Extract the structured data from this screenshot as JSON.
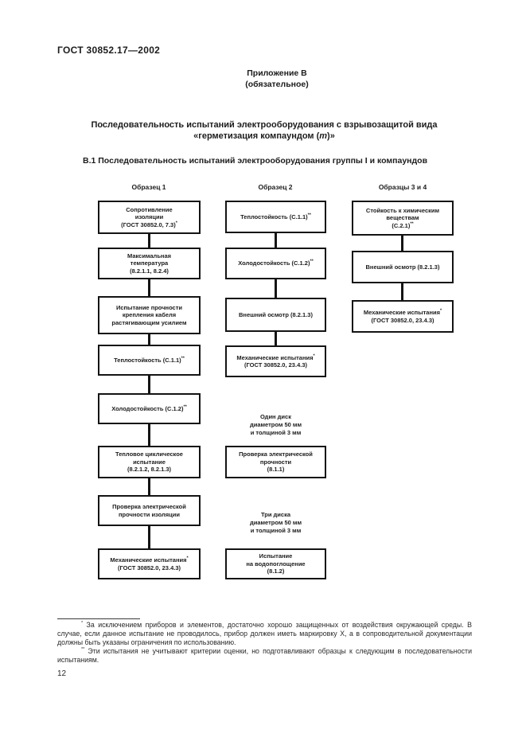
{
  "page": {
    "doc_number": "ГОСТ 30852.17—2002",
    "annex_line1": "Приложение В",
    "annex_line2": "(обязательное)",
    "title_line1": "Последовательность испытаний электрооборудования с взрывозащитой вида",
    "title_line2_pre": "«герметизация компаундом (",
    "title_line2_m": "m",
    "title_line2_post": ")»",
    "section": "В.1  Последовательность испытаний электрооборудования группы I и компаундов",
    "page_number": "12"
  },
  "flowchart": {
    "columns": [
      {
        "header": "Образец 1",
        "boxes": [
          {
            "lines": [
              {
                "t": "Сопротивление"
              },
              {
                "t": "изоляции"
              },
              {
                "t": "(ГОСТ 30852.0, 7.3)",
                "s": "*"
              }
            ]
          },
          {
            "lines": [
              {
                "t": "Максимальная"
              },
              {
                "t": "температура"
              },
              {
                "t": "(8.2.1.1, 8.2.4)"
              }
            ]
          },
          {
            "lines": [
              {
                "t": "Испытание прочности"
              },
              {
                "t": "крепления кабеля"
              },
              {
                "t": "растягивающим усилием"
              }
            ]
          },
          {
            "lines": [
              {
                "t": "Теплостойкость (С.1.1)",
                "s": "**"
              }
            ]
          },
          {
            "lines": [
              {
                "t": "Холодостойкость (С.1.2)",
                "s": "**"
              }
            ]
          },
          {
            "lines": [
              {
                "t": "Тепловое циклическое"
              },
              {
                "t": "испытание"
              },
              {
                "t": "(8.2.1.2, 8.2.1.3)"
              }
            ]
          },
          {
            "lines": [
              {
                "t": "Проверка электрической"
              },
              {
                "t": "прочности изоляции"
              }
            ]
          },
          {
            "lines": [
              {
                "t": "Механические испытания",
                "s": "*"
              },
              {
                "t": "(ГОСТ 30852.0, 23.4.3)"
              }
            ]
          }
        ]
      },
      {
        "header": "Образец 2",
        "boxes": [
          {
            "lines": [
              {
                "t": "Теплостойкость (С.1.1)",
                "s": "**"
              }
            ]
          },
          {
            "lines": [
              {
                "t": "Холодостойкость (С.1.2)",
                "s": "**"
              }
            ]
          },
          {
            "lines": [
              {
                "t": "Внешний осмотр (8.2.1.3)"
              }
            ]
          },
          {
            "lines": [
              {
                "t": "Механические испытания",
                "s": "*"
              },
              {
                "t": "(ГОСТ 30852.0, 23.4.3)"
              }
            ]
          },
          {
            "lines": [
              {
                "t": "Проверка электрической"
              },
              {
                "t": "прочности"
              },
              {
                "t": "(8.1.1)"
              }
            ]
          },
          {
            "lines": [
              {
                "t": "Испытание"
              },
              {
                "t": "на водопоглощение"
              },
              {
                "t": "(8.1.2)"
              }
            ]
          }
        ],
        "notes": [
          {
            "lines": [
              "Один диск",
              "диаметром 50 мм",
              "и толщиной 3 мм"
            ]
          },
          {
            "lines": [
              "Три диска",
              "диаметром 50 мм",
              "и толщиной 3 мм"
            ]
          }
        ]
      },
      {
        "header": "Образцы 3 и 4",
        "boxes": [
          {
            "lines": [
              {
                "t": "Стойкость к химическим"
              },
              {
                "t": "веществам"
              },
              {
                "t": "(С.2.1)",
                "s": "**"
              }
            ]
          },
          {
            "lines": [
              {
                "t": "Внешний осмотр (8.2.1.3)"
              }
            ]
          },
          {
            "lines": [
              {
                "t": "Механические испытания",
                "s": "*"
              },
              {
                "t": "(ГОСТ 30852.0, 23.4.3)"
              }
            ]
          }
        ]
      }
    ]
  },
  "footnotes": {
    "fn1_marker": "*",
    "fn1_text": " За исключением приборов и элементов, достаточно хорошо защищенных от воздействия окружающей среды. В случае, если данное испытание не проводилось, прибор должен иметь маркировку X, а в сопроводительной документации должны быть указаны ограничения по использованию.",
    "fn2_marker": "**",
    "fn2_text": " Эти испытания не учитывают критерии оценки, но подготавливают образцы к следующим в последовательности испытаниям."
  }
}
